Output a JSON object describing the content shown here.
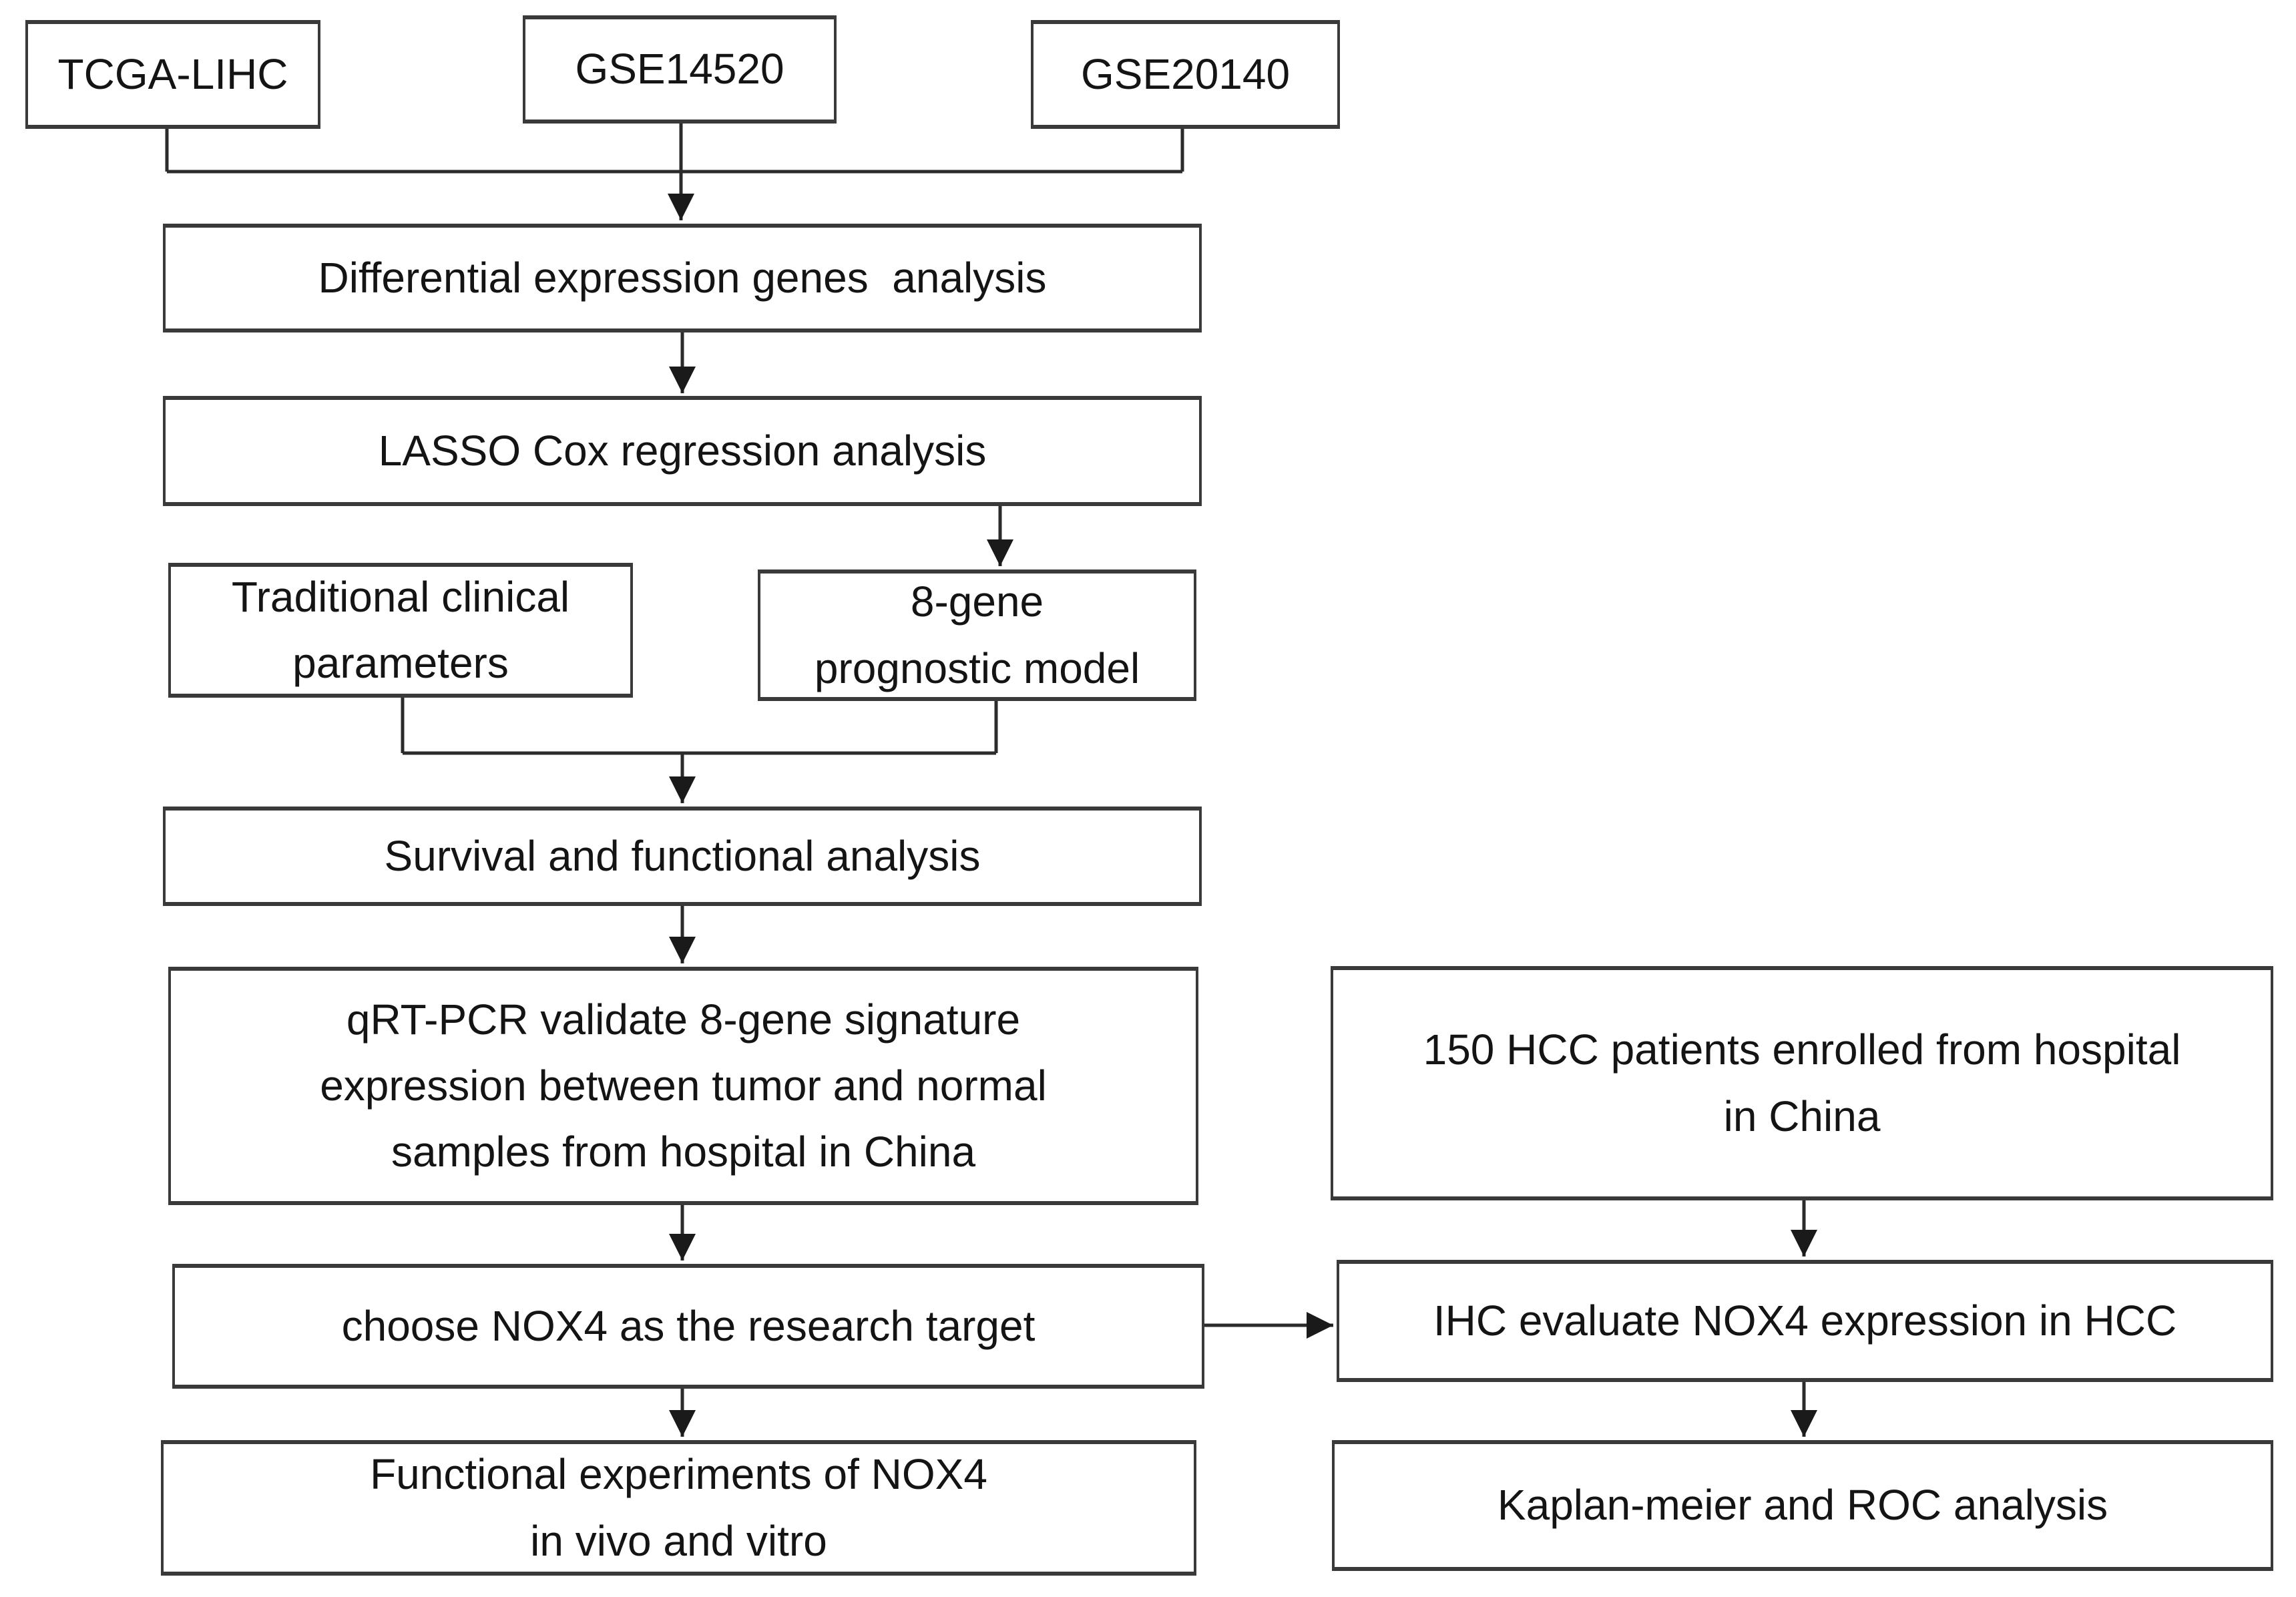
{
  "diagram": {
    "title": "Study workflow flowchart",
    "colors": {
      "background": "#ffffff",
      "line": "#2b2b2b",
      "arrowhead": "#1a1a1a",
      "box_border": "#3a3a3a",
      "text": "#141414"
    },
    "nodes": {
      "tcga": {
        "lines": [
          "TCGA-LIHC"
        ]
      },
      "gse14520": {
        "lines": [
          "GSE14520"
        ]
      },
      "gse20140": {
        "lines": [
          "GSE20140"
        ]
      },
      "deg": {
        "lines": [
          "Differential expression genes  analysis"
        ]
      },
      "lasso": {
        "lines": [
          "LASSO Cox regression analysis"
        ]
      },
      "clinical": {
        "lines": [
          "Traditional clinical",
          "parameters"
        ]
      },
      "model": {
        "lines": [
          "8-gene",
          "prognostic model"
        ]
      },
      "survival": {
        "lines": [
          "Survival and functional analysis"
        ]
      },
      "qrtpcr": {
        "lines": [
          "qRT-PCR validate 8-gene signature",
          "expression between tumor and normal",
          "samples from hospital in China"
        ]
      },
      "patients": {
        "lines": [
          "150 HCC patients enrolled from hospital",
          "in China"
        ]
      },
      "choose": {
        "lines": [
          "choose NOX4 as the research target"
        ]
      },
      "ihc": {
        "lines": [
          "IHC evaluate NOX4 expression in HCC"
        ]
      },
      "functional": {
        "lines": [
          "Functional experiments of NOX4",
          "in vivo and vitro"
        ]
      },
      "kaplan": {
        "lines": [
          "Kaplan-meier and ROC analysis"
        ]
      }
    }
  }
}
